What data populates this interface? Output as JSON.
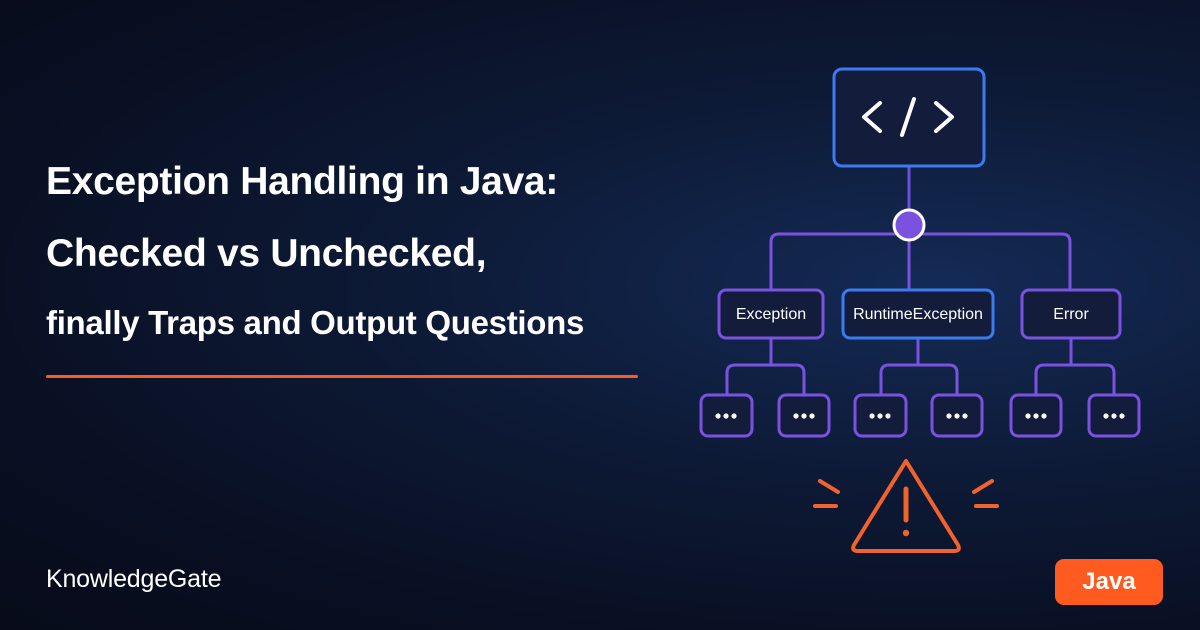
{
  "title_lines": [
    "Exception Handling in Java:",
    "Checked vs Unchecked,",
    "finally Traps and Output Questions"
  ],
  "brand": "KnowledgeGate",
  "badge": "Java",
  "diagram": {
    "root_icon": "code-brackets-icon",
    "root_glyph": "</>",
    "nodes": [
      "Exception",
      "RuntimeException",
      "Error"
    ],
    "leaf_glyph": "···",
    "warning_icon": "warning-triangle-icon",
    "colors": {
      "blue": "#3a7cf0",
      "purple": "#7b52e0",
      "orange": "#f2622c",
      "node_fill": "#141c3c"
    }
  }
}
